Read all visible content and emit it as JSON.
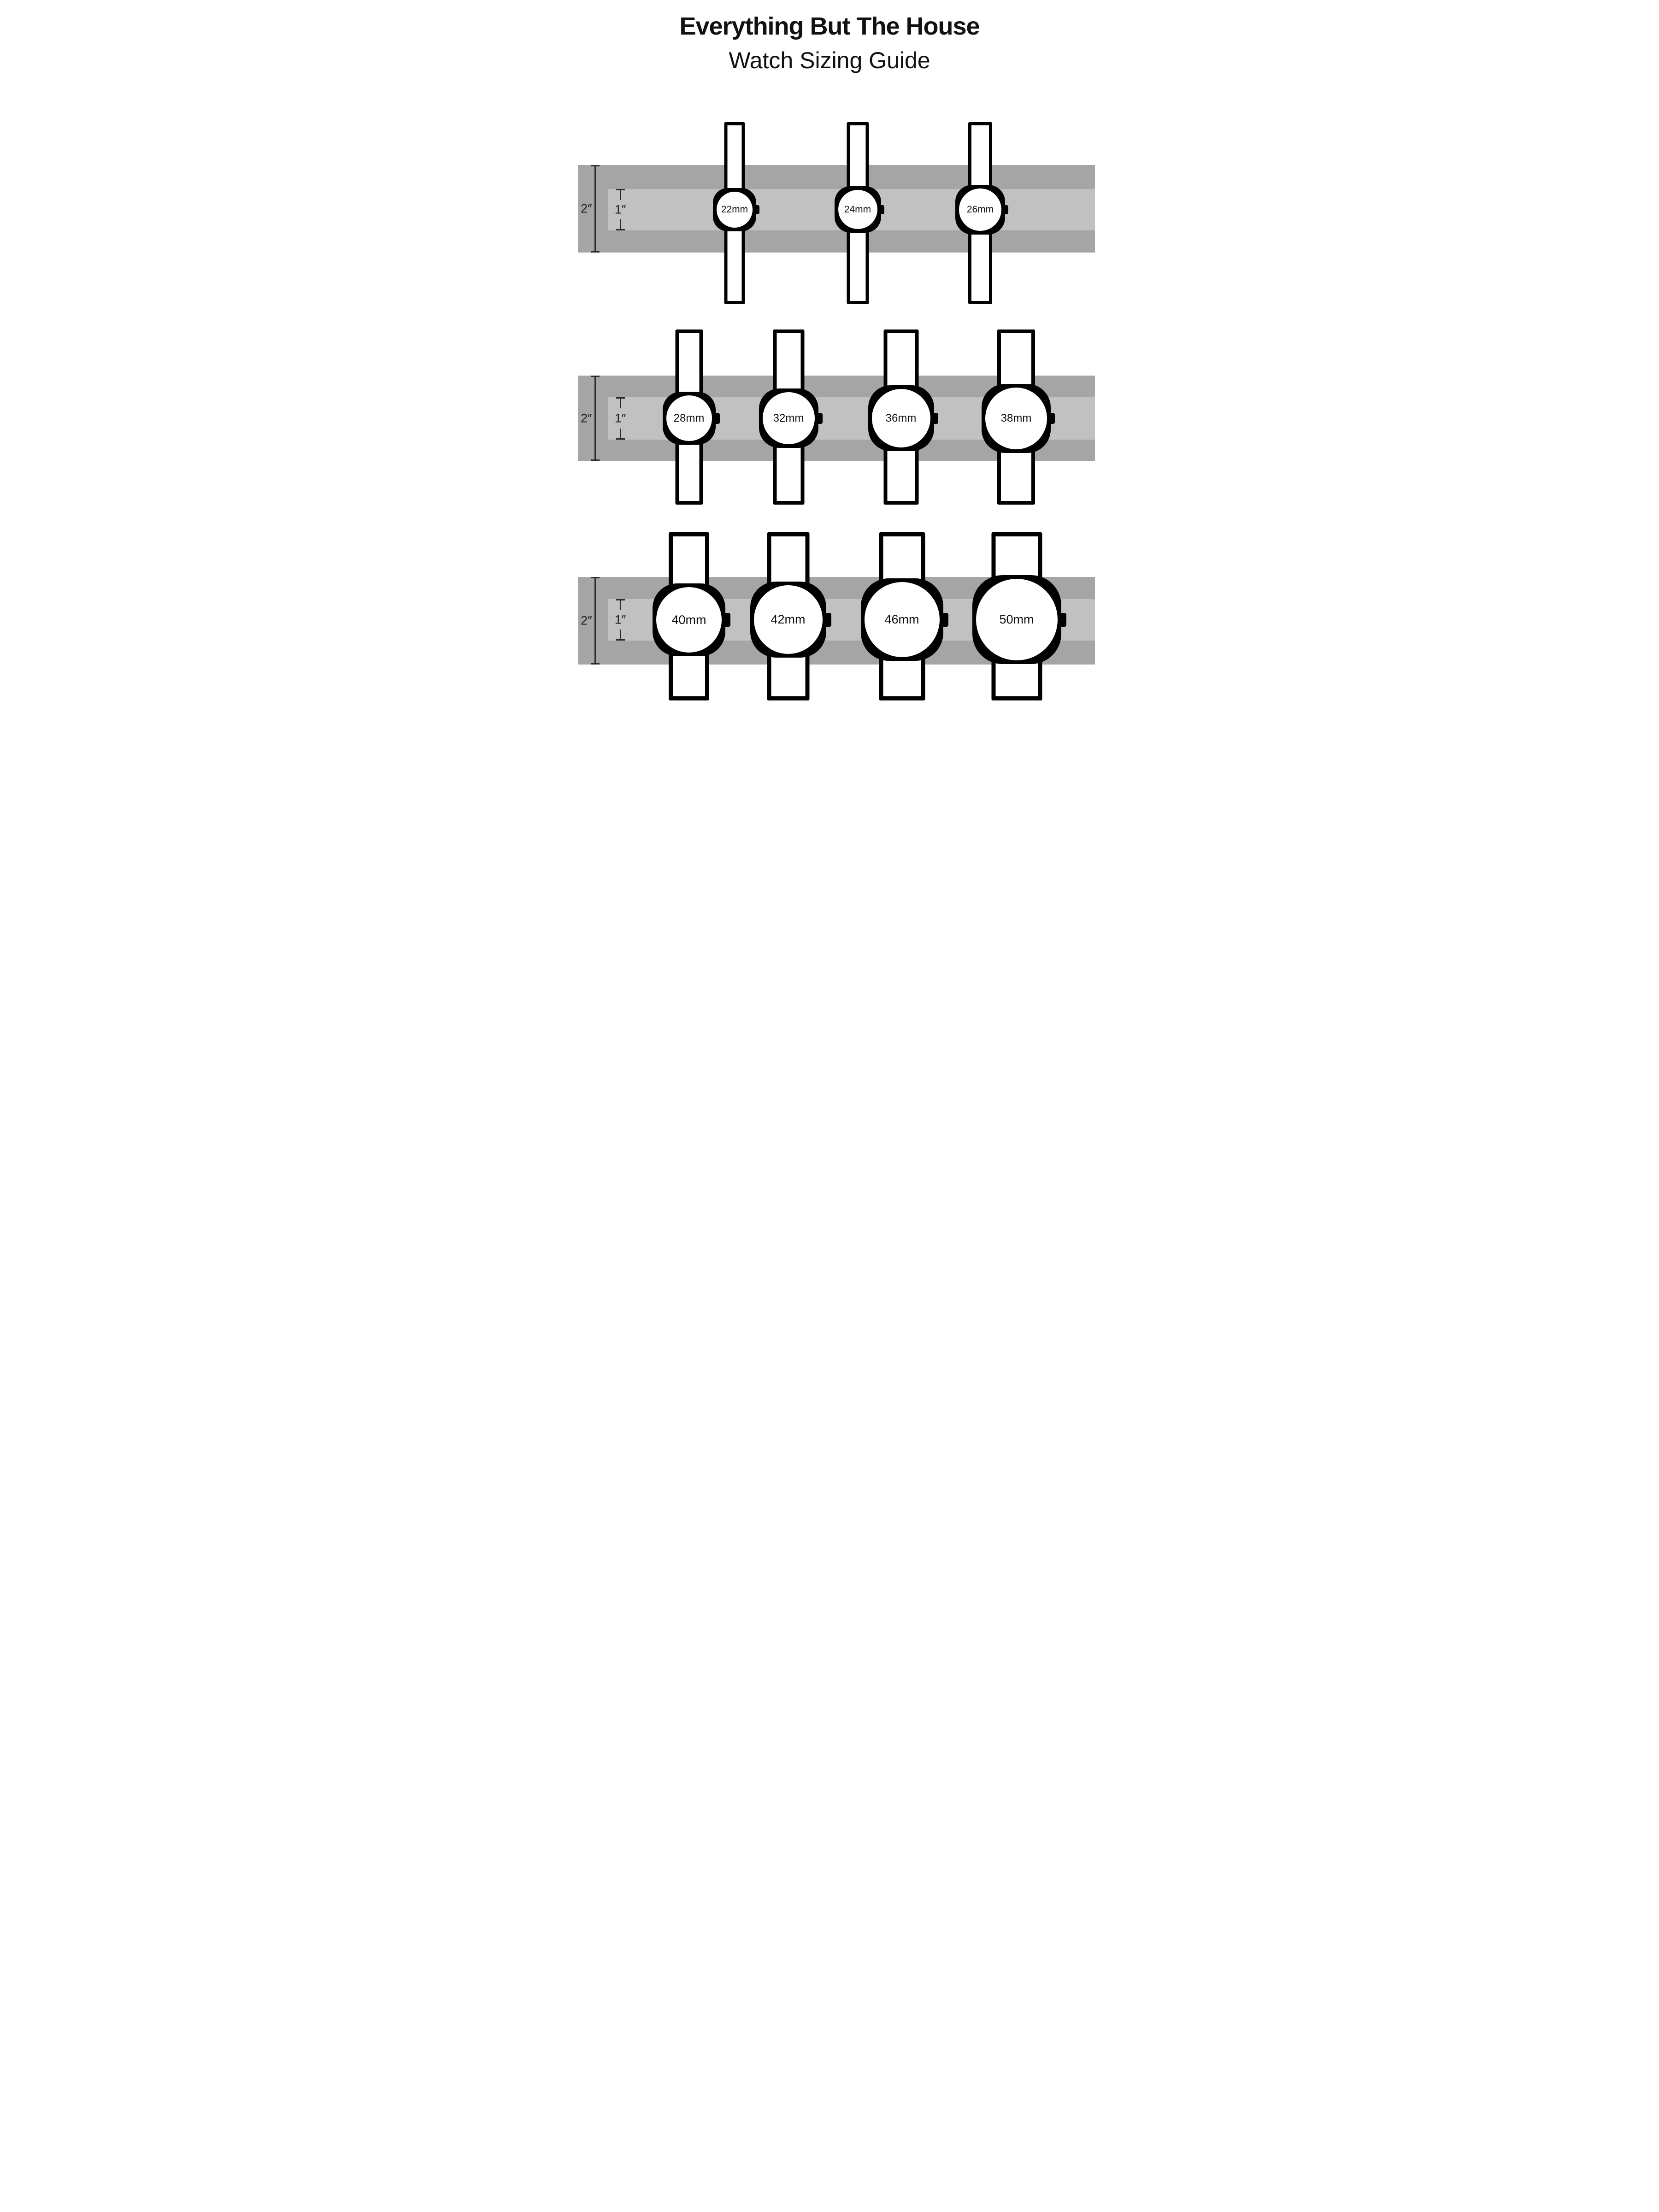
{
  "title": {
    "line1": "Everything But The House",
    "line2": "Watch Sizing Guide"
  },
  "measurements": {
    "outer": "2″",
    "inner": "1″"
  },
  "rows": [
    {
      "watches": [
        {
          "label": "22mm",
          "mm": 22
        },
        {
          "label": "24mm",
          "mm": 24
        },
        {
          "label": "26mm",
          "mm": 26
        }
      ]
    },
    {
      "watches": [
        {
          "label": "28mm",
          "mm": 28
        },
        {
          "label": "32mm",
          "mm": 32
        },
        {
          "label": "36mm",
          "mm": 36
        },
        {
          "label": "38mm",
          "mm": 38
        }
      ]
    },
    {
      "watches": [
        {
          "label": "40mm",
          "mm": 40
        },
        {
          "label": "42mm",
          "mm": 42
        },
        {
          "label": "46mm",
          "mm": 46
        },
        {
          "label": "50mm",
          "mm": 50
        }
      ]
    }
  ],
  "colors": {
    "band_outer": "#a5a5a5",
    "band_inner": "#c1c1c1",
    "stroke": "#000000",
    "dial_fill": "#ffffff"
  }
}
